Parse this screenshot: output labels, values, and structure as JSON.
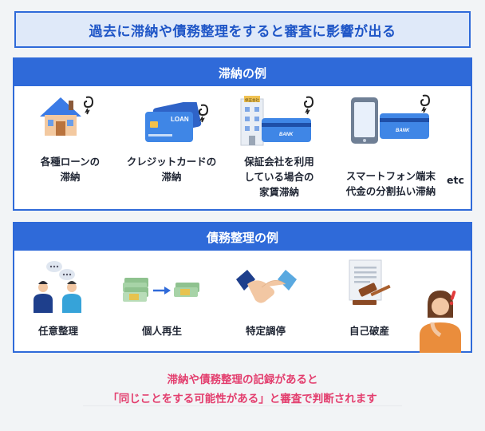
{
  "title": "過去に滞納や債務整理をすると審査に影響が出る",
  "section1": {
    "heading": "滞納の例",
    "items": [
      {
        "icon": "house-icon",
        "label_line1": "各種ローンの",
        "label_line2": "滞納"
      },
      {
        "icon": "loan-card-icon",
        "card_text": "LOAN",
        "label_line1": "クレジットカードの",
        "label_line2": "滞納"
      },
      {
        "icon": "building-bank-card-icon",
        "building_sign": "保証会社",
        "card_text": "BANK",
        "label_line1": "保証会社を利用",
        "label_line2": "している場合の",
        "label_line3": "家賃滞納"
      },
      {
        "icon": "smartphone-bank-card-icon",
        "card_text": "BANK",
        "label_line1": "スマートフォン端末",
        "label_line2": "代金の分割払い滞納"
      }
    ],
    "etc": "etc"
  },
  "section2": {
    "heading": "債務整理の例",
    "items": [
      {
        "icon": "consultation-people-icon",
        "label": "任意整理"
      },
      {
        "icon": "money-transfer-icon",
        "label": "個人再生"
      },
      {
        "icon": "handshake-icon",
        "label": "特定調停"
      },
      {
        "icon": "gavel-document-icon",
        "label": "自己破産"
      }
    ],
    "worried_person_icon": "worried-woman-icon"
  },
  "footer": {
    "line1": "滞納や債務整理の記録があると",
    "line2": "「同じことをする可能性がある」と審査で判断されます"
  },
  "colors": {
    "accent_blue": "#2f6ad9",
    "title_bg": "#dfe9f9",
    "footer_pink": "#e33e6e"
  }
}
